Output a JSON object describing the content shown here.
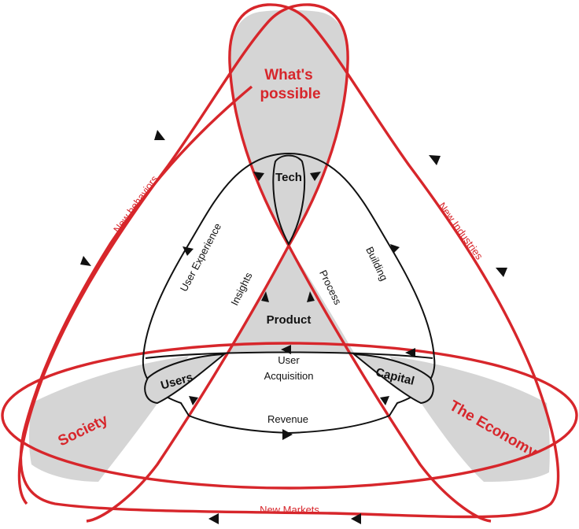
{
  "outer": {
    "whats_possible_line1": "What's",
    "whats_possible_line2": "possible",
    "society": "Society",
    "economy": "The Economy",
    "new_behaviors": "New behaviors",
    "new_industries": "New Industries",
    "new_markets": "New Markets"
  },
  "inner": {
    "tech": "Tech",
    "product": "Product",
    "users": "Users",
    "capital": "Capital",
    "user_experience": "User Experience",
    "insights": "Insights",
    "process": "Process",
    "building": "Building",
    "user_acquisition_line1": "User",
    "user_acquisition_line2": "Acquisition",
    "revenue": "Revenue"
  },
  "colors": {
    "red": "#d7262b",
    "black": "#111111",
    "gray_fill": "#d5d5d5"
  }
}
